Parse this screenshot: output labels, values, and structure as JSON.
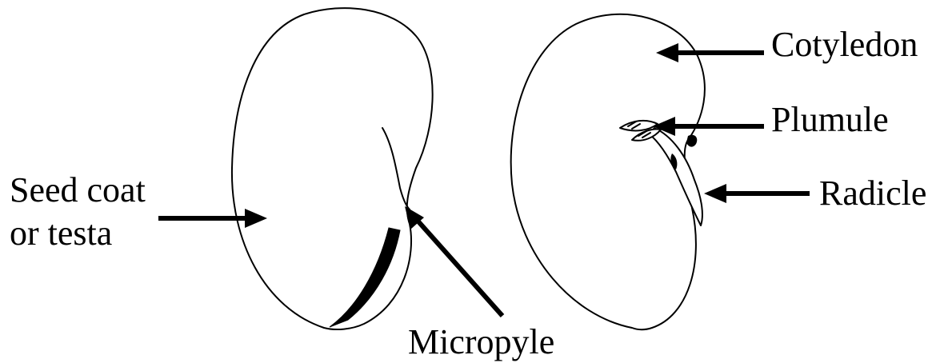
{
  "labels": {
    "seed_coat_line1": "Seed coat",
    "seed_coat_line2": "or testa",
    "micropyle": "Micropyle",
    "cotyledon": "Cotyledon",
    "plumule": "Plumule",
    "radicle": "Radicle"
  },
  "colors": {
    "line": "#000000",
    "background": "#ffffff"
  }
}
